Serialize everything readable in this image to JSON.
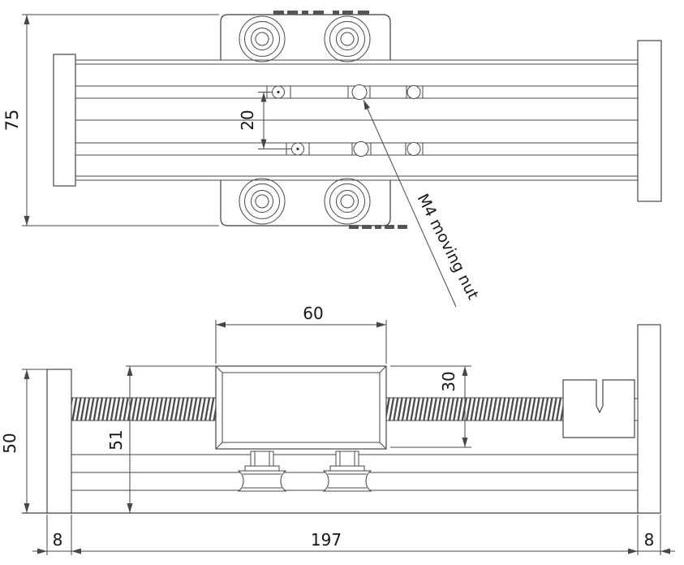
{
  "drawing": {
    "kind": "2D CAD technical drawing of a lead-screw linear motion stage (two orthographic views)",
    "colors": {
      "line": "#474747",
      "text": "#161616",
      "background": "#ffffff",
      "thread_fill": "#4a4a4a"
    }
  },
  "top_view": {
    "dim_plate_width": "75",
    "dim_hole_pitch": "20",
    "leader_note": "M4 moving nut"
  },
  "front_view": {
    "dim_carriage_length": "60",
    "dim_carriage_height": "30",
    "dim_height_51": "51",
    "dim_plate_height": "50",
    "dim_left_plate_thickness": "8",
    "dim_length": "197",
    "dim_right_plate_thickness": "8"
  }
}
